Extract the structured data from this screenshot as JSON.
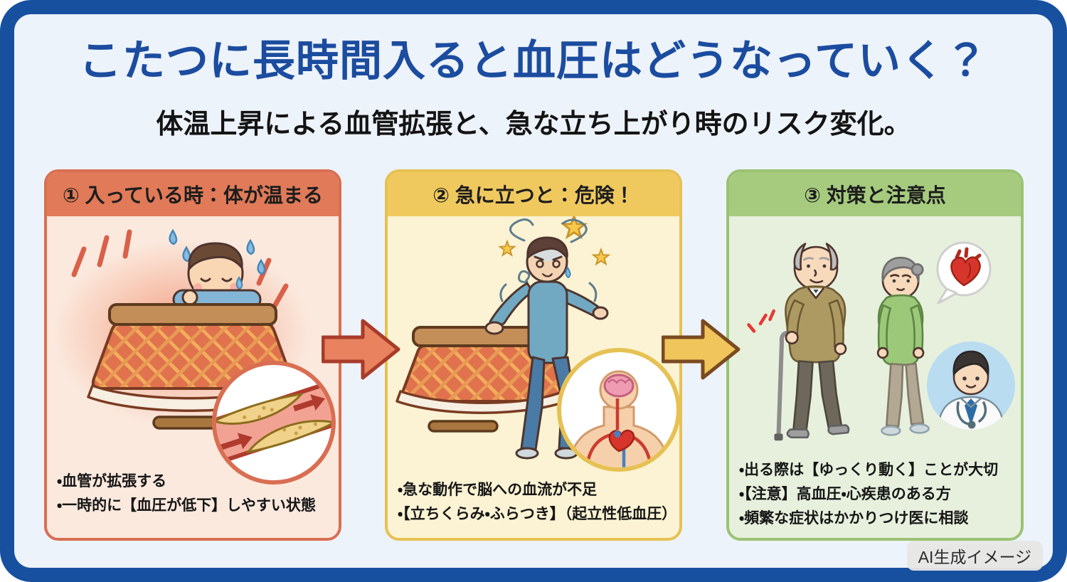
{
  "header": {
    "title": "こたつに長時間入ると血圧はどうなっていく？",
    "subtitle": "体温上昇による血管拡張と、急な立ち上がり時のリスク変化。"
  },
  "panels": [
    {
      "heading": "① 入っている時：体が温まる",
      "bullets": [
        "・血管が拡張する",
        "・一時的に【血圧が低下】しやすい状態"
      ],
      "illustration": "boy-sleeping-at-glowing-kotatsu-with-dilated-blood-vessel-inset",
      "colors": {
        "header": "#e07a58",
        "body": "#fbe9de",
        "border": "#d96e52"
      }
    },
    {
      "heading": "② 急に立つと：危険！",
      "bullets": [
        "・急な動作で脳への血流が不足",
        "・【立ちくらみ・ふらつき】（起立性低血圧）"
      ],
      "illustration": "dizzy-person-standing-up-from-kotatsu-with-brain-circulation-inset",
      "colors": {
        "header": "#f0c95e",
        "body": "#fbf3d3",
        "border": "#e6c153"
      }
    },
    {
      "heading": "③ 対策と注意点",
      "bullets": [
        "・出る際は【ゆっくり動く】ことが大切",
        "・【注意】高血圧・心疾患のある方",
        "・頻繁な症状はかかりつけ医に相談"
      ],
      "illustration": "elderly-couple-with-heart-bubble-and-doctor",
      "colors": {
        "header": "#a6cb7f",
        "body": "#e7f0dd",
        "border": "#9bc272"
      }
    }
  ],
  "arrows": [
    {
      "direction": "right",
      "fill": "#e8825f",
      "stroke": "#a93b2a"
    },
    {
      "direction": "right",
      "fill": "#f0c55c",
      "stroke": "#7a4a21"
    }
  ],
  "badge": {
    "label": "AI生成イメージ"
  },
  "palette": {
    "frame": "#17509f",
    "background": "#edf3fa",
    "title": "#1b4c9f",
    "subtitle": "#141414"
  }
}
